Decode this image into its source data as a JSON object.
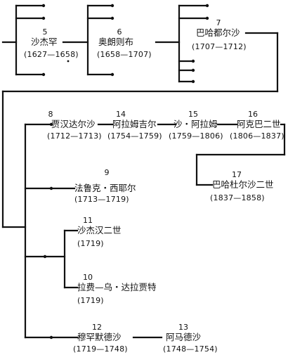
{
  "people": {
    "p5": {
      "num": "5",
      "name": "沙杰罕",
      "years": "(1627—1658)"
    },
    "p6": {
      "num": "6",
      "name": "奥朗则布",
      "years": "(1658—1707)"
    },
    "p7": {
      "num": "7",
      "name": "巴哈都尔沙",
      "years": "(1707—1712)"
    },
    "p8": {
      "num": "8",
      "name": "贾汉达尔沙",
      "years": "(1712—1713)"
    },
    "p14": {
      "num": "14",
      "name": "阿拉姆吉尔",
      "years": "(1754—1759)"
    },
    "p15": {
      "num": "15",
      "name": "沙・阿拉姆",
      "years": "(1759—1806)"
    },
    "p16": {
      "num": "16",
      "name": "阿克巴二世",
      "years": "(1806—1837)"
    },
    "p17": {
      "num": "17",
      "name": "巴哈杜尔沙二世",
      "years": "(1837—1858)"
    },
    "p9": {
      "num": "9",
      "name": "法鲁克・西耶尔",
      "years": "(1713—1719)"
    },
    "p11": {
      "num": "11",
      "name": "沙杰汉二世",
      "years": "(1719)"
    },
    "p10": {
      "num": "10",
      "name": "拉费—乌・达拉贾特",
      "years": "(1719)"
    },
    "p12": {
      "num": "12",
      "name": "穆罕默德沙",
      "years": "(1719—1748)"
    },
    "p13": {
      "num": "13",
      "name": "阿马德沙",
      "years": "(1748—1754)"
    }
  }
}
